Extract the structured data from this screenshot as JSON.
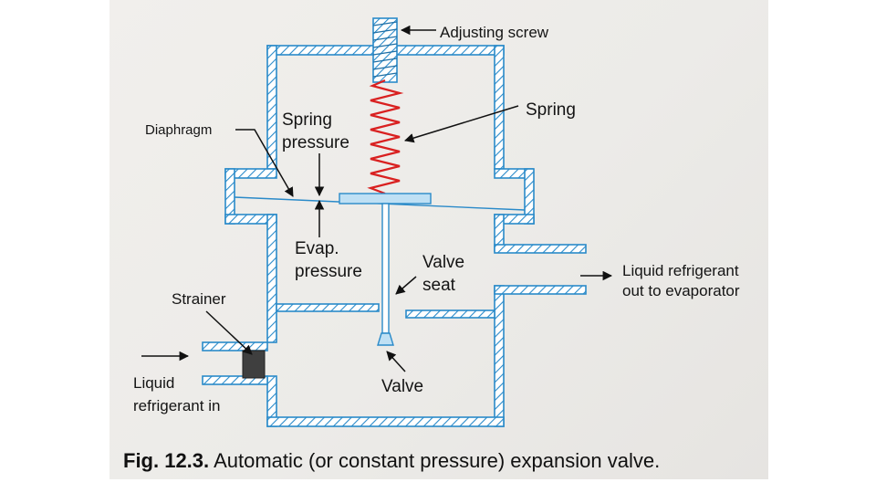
{
  "labels": {
    "adjusting_screw": "Adjusting screw",
    "spring": "Spring",
    "diaphragm": "Diaphragm",
    "spring_pressure_1": "Spring",
    "spring_pressure_2": "pressure",
    "evap_pressure_1": "Evap.",
    "evap_pressure_2": "pressure",
    "valve_seat_1": "Valve",
    "valve_seat_2": "seat",
    "strainer": "Strainer",
    "liquid_out_1": "Liquid refrigerant",
    "liquid_out_2": "out to evaporator",
    "liquid_in_1": "Liquid",
    "liquid_in_2": "refrigerant in",
    "valve": "Valve"
  },
  "caption": {
    "fig_number": "Fig. 12.3.",
    "text": "Automatic (or constant pressure) expansion valve."
  },
  "colors": {
    "wall": "#2a8ac9",
    "spring": "#d92020",
    "strainer": "#3f3f3f",
    "arrow": "#111111"
  }
}
